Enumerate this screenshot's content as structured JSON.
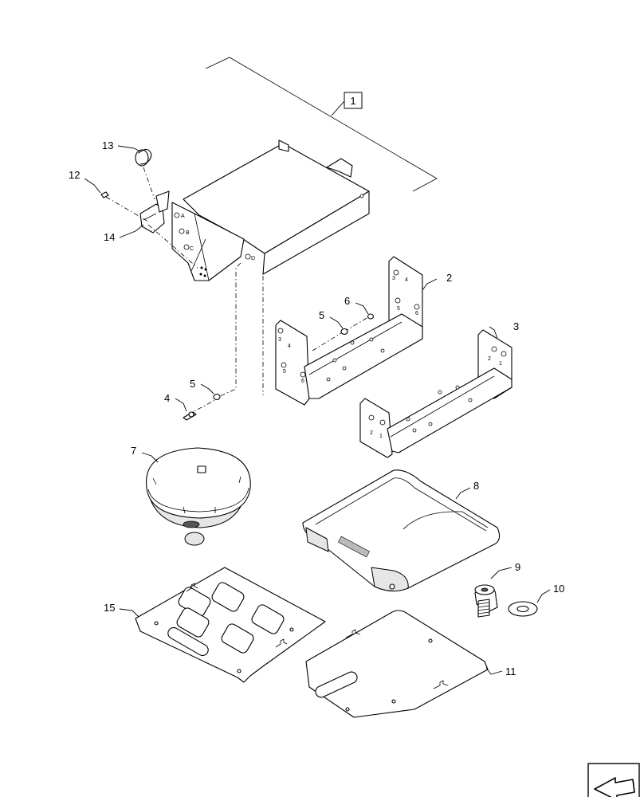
{
  "diagram": {
    "assembly_label": "1",
    "callouts": [
      {
        "id": "c2",
        "text": "2"
      },
      {
        "id": "c3",
        "text": "3"
      },
      {
        "id": "c4",
        "text": "4"
      },
      {
        "id": "c5a",
        "text": "5"
      },
      {
        "id": "c5b",
        "text": "5"
      },
      {
        "id": "c6",
        "text": "6"
      },
      {
        "id": "c7",
        "text": "7"
      },
      {
        "id": "c8",
        "text": "8"
      },
      {
        "id": "c9",
        "text": "9"
      },
      {
        "id": "c10",
        "text": "10"
      },
      {
        "id": "c11",
        "text": "11"
      },
      {
        "id": "c12",
        "text": "12"
      },
      {
        "id": "c13",
        "text": "13"
      },
      {
        "id": "c14",
        "text": "14"
      },
      {
        "id": "c15",
        "text": "15"
      }
    ],
    "tray_marks": {
      "a": "A",
      "b": "B",
      "c": "C",
      "d": "D"
    },
    "bracket2_marks": {
      "n3": "3",
      "n4": "4",
      "n5": "5",
      "n6": "6"
    },
    "bracket3_marks": {
      "n1": "1",
      "n2": "2"
    }
  },
  "nav": {
    "icon": "next-page-arrow-icon"
  }
}
